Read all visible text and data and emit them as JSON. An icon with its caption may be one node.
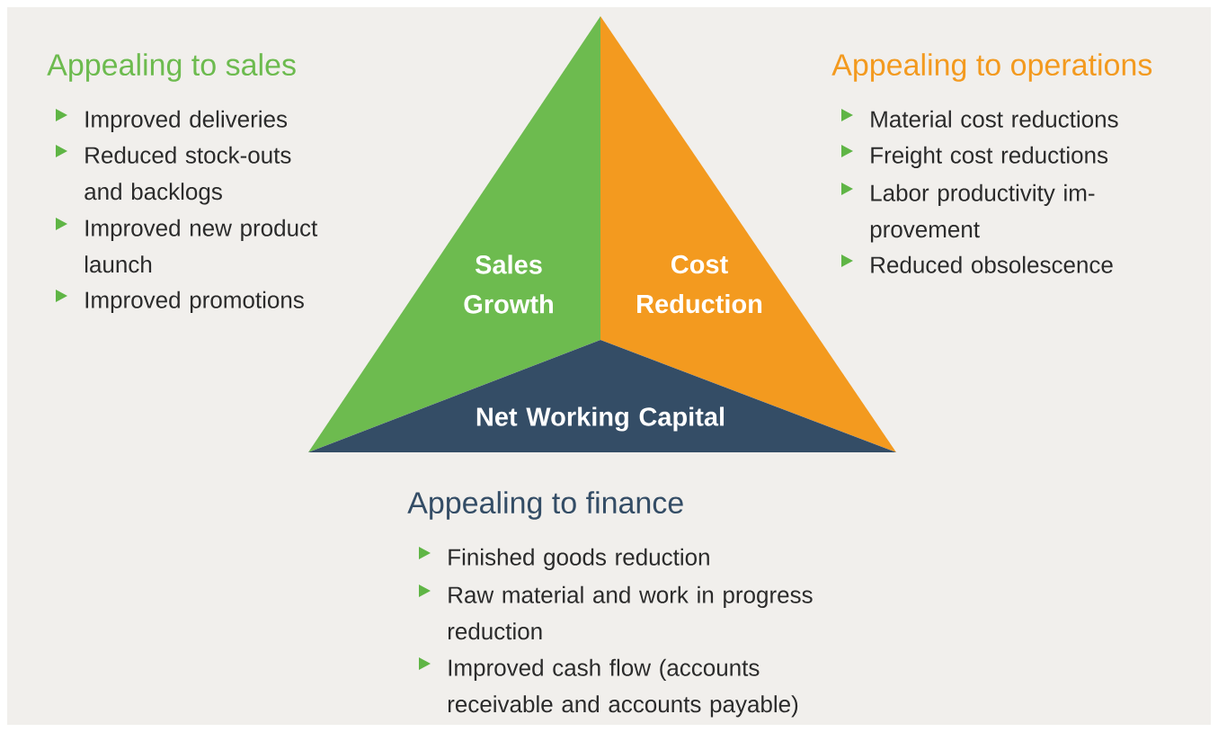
{
  "diagram": {
    "nodes": [
      {
        "text": [
          "Sales Growth"
        ]
      },
      {
        "text": [
          "Cost Reduction"
        ]
      },
      {
        "text": [
          "Net Working Capital"
        ]
      }
    ],
    "edges": [],
    "labels": [
      "Appealing to sales",
      "Improved deliveries",
      "Reduced stock-outs and backlogs",
      "Improved new product launch",
      "Improved promotions",
      "Appealing to operations",
      "Material cost reductions",
      "Freight cost reductions",
      "Labor productivity im-provement",
      "Reduced obsolescence",
      "Appealing to finance",
      "Finished goods reduction",
      "Raw material and work in progress reduction",
      "Improved cash flow (accounts receivable and accounts payable)"
    ]
  }
}
